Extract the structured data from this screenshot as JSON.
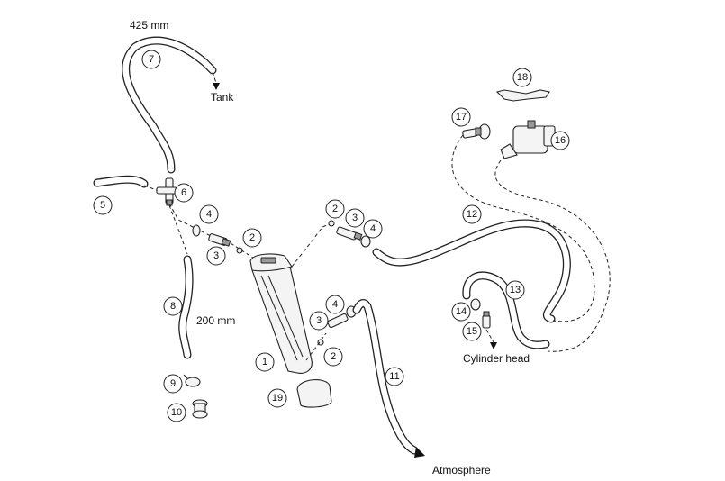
{
  "labels": {
    "hose_7_length": "425 mm",
    "tank": "Tank",
    "hose_8_length": "200 mm",
    "cylinder_head": "Cylinder head",
    "atmosphere": "Atmosphere"
  },
  "callouts": [
    "1",
    "2",
    "2",
    "2",
    "3",
    "3",
    "3",
    "4",
    "4",
    "4",
    "5",
    "6",
    "7",
    "8",
    "9",
    "10",
    "11",
    "12",
    "13",
    "14",
    "15",
    "16",
    "17",
    "18",
    "19"
  ]
}
